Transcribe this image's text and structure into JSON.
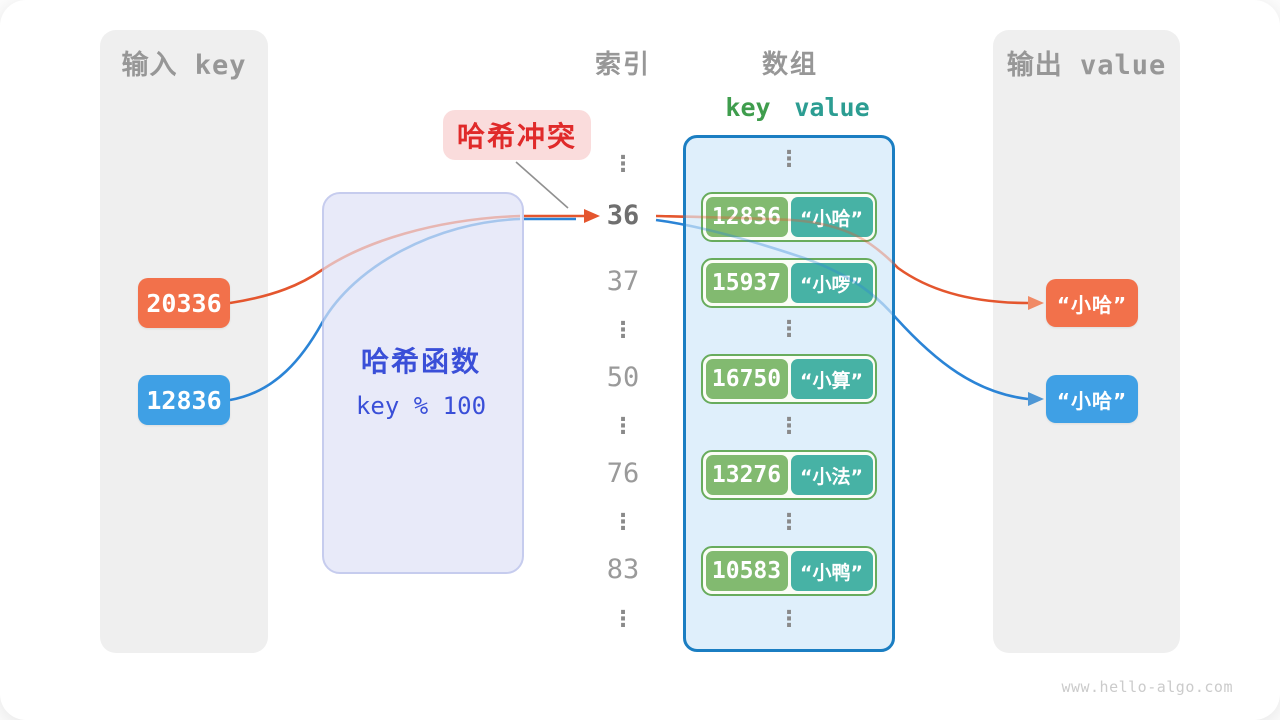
{
  "watermark": "www.hello-algo.com",
  "glyphs": {
    "vdots": "⋮"
  },
  "columns": {
    "index_title": "索引",
    "array_title": "数组"
  },
  "input_panel": {
    "title": "输入 key",
    "keys": [
      "20336",
      "12836"
    ]
  },
  "hash_box": {
    "name": "哈希函数",
    "formula": "key % 100"
  },
  "collision": {
    "label": "哈希冲突"
  },
  "index_column": {
    "items": [
      "⋮",
      "36",
      "37",
      "⋮",
      "50",
      "⋮",
      "76",
      "⋮",
      "83",
      "⋮"
    ]
  },
  "array_panel": {
    "header": {
      "key": "key",
      "value": "value"
    },
    "rows": [
      {
        "key": "12836",
        "value": "“小哈”"
      },
      {
        "key": "15937",
        "value": "“小啰”"
      },
      {
        "key": "16750",
        "value": "“小算”"
      },
      {
        "key": "13276",
        "value": "“小法”"
      },
      {
        "key": "10583",
        "value": "“小鸭”"
      }
    ]
  },
  "output_panel": {
    "title": "输出 value",
    "values": [
      "“小哈”",
      "“小哈”"
    ]
  },
  "colors": {
    "orange": "#f2714b",
    "blue": "#3fa0e5",
    "green": "#82ba70",
    "teal": "#47b2a5",
    "red": "#e02a2a",
    "array_border": "#1b7ec2",
    "hash_text": "#3a4fd8"
  }
}
